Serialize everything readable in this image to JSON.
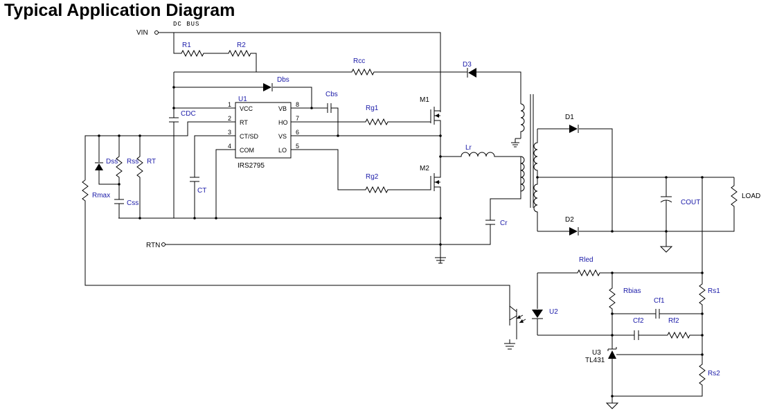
{
  "title": "Typical Application Diagram",
  "nets": {
    "vin": "VIN",
    "dc_bus": "DC  BUS",
    "rtn": "RTN",
    "load": "LOAD"
  },
  "ic": {
    "ref": "U1",
    "part": "IRS2795",
    "pins_left": [
      {
        "num": "1",
        "name": "VCC"
      },
      {
        "num": "2",
        "name": "RT"
      },
      {
        "num": "3",
        "name": "CT/SD"
      },
      {
        "num": "4",
        "name": "COM"
      }
    ],
    "pins_right": [
      {
        "num": "8",
        "name": "VB"
      },
      {
        "num": "7",
        "name": "HO"
      },
      {
        "num": "6",
        "name": "VS"
      },
      {
        "num": "5",
        "name": "LO"
      }
    ]
  },
  "components": {
    "r1": "R1",
    "r2": "R2",
    "rcc": "Rcc",
    "d3": "D3",
    "dbs": "Dbs",
    "cbs": "Cbs",
    "m1": "M1",
    "m2": "M2",
    "rg1": "Rg1",
    "rg2": "Rg2",
    "cdc": "CDC",
    "ct": "CT",
    "rt": "RT",
    "dss": "Dss",
    "rss": "Rss",
    "css": "Css",
    "rmax": "Rmax",
    "lr": "Lr",
    "cr": "Cr",
    "d1": "D1",
    "d2": "D2",
    "cout": "COUT",
    "rled": "Rled",
    "rbias": "Rbias",
    "cf1": "Cf1",
    "cf2": "Cf2",
    "rf2": "Rf2",
    "rs1": "Rs1",
    "rs2": "Rs2",
    "u2": "U2",
    "u3": "U3",
    "tl431": "TL431"
  }
}
